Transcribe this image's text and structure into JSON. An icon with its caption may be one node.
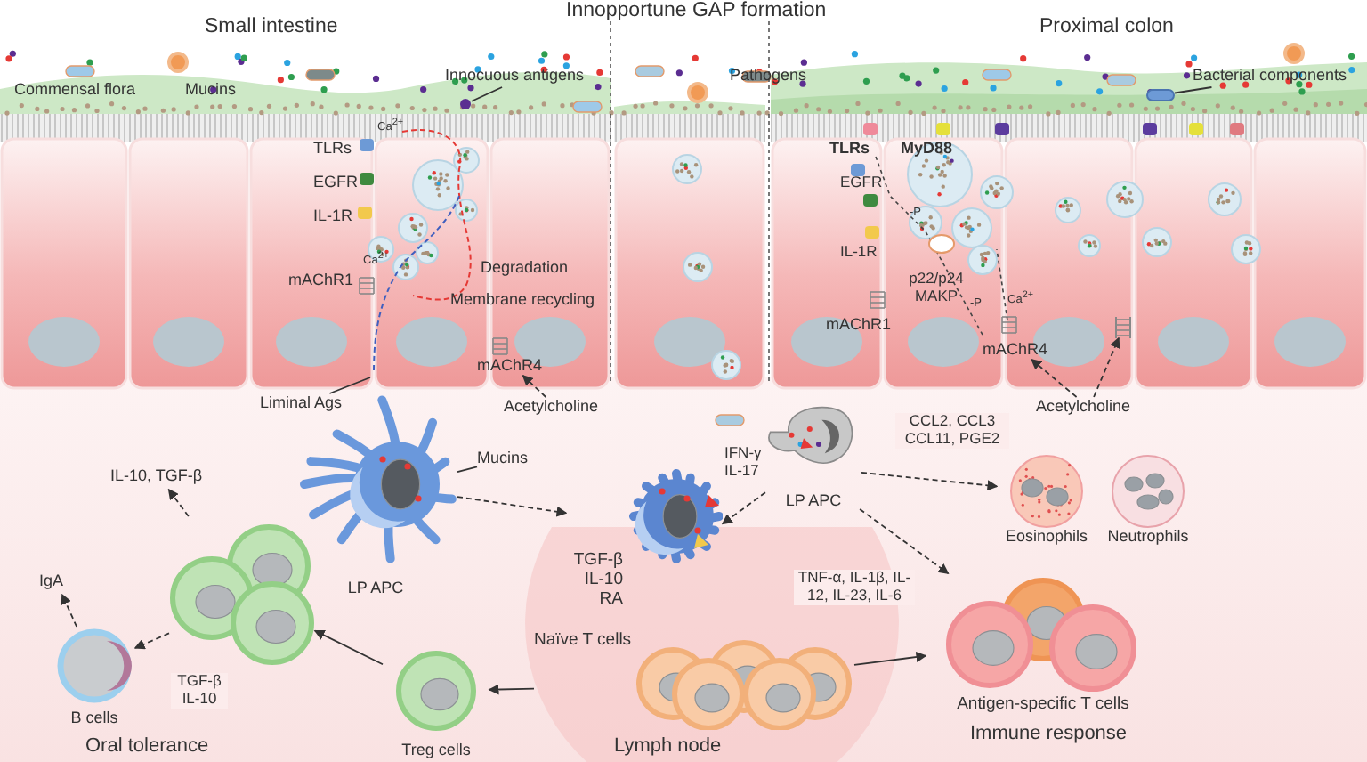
{
  "diagram": {
    "nodes": [
      {
        "text": [
          "Innocuous antigens"
        ]
      },
      {
        "text": [
          "Bacterial components"
        ]
      },
      {
        "text": [
          "Liminal Ags"
        ]
      },
      {
        "text": [
          "Acetylcholine"
        ]
      },
      {
        "text": [
          "Acetylcholine"
        ]
      },
      {
        "text": [
          "Mucins"
        ]
      },
      {
        "text": [
          "LP APC"
        ]
      },
      {
        "text": [
          "LP APC"
        ]
      },
      {
        "text": [
          "Eosinophils"
        ]
      },
      {
        "text": [
          "Neutrophils"
        ]
      },
      {
        "text": [
          "IL-10, TGF-β"
        ]
      },
      {
        "text": [
          "IgA"
        ]
      },
      {
        "text": [],
        "shape": "picture"
      },
      {
        "text": [
          "B cells"
        ]
      },
      {
        "text": [
          "Lymph node"
        ]
      },
      {
        "text": [],
        "shape": "picture",
        "beside": [
          "TGF-β IL-10 RA"
        ]
      },
      {
        "text": [
          "Naïve T cells"
        ],
        "in": 14
      },
      {
        "text": [
          "Antigen-specific T cells"
        ]
      },
      {
        "text": [
          "Treg cells"
        ]
      },
      {
        "text": [
          "mAChR4"
        ]
      },
      {
        "text": [
          "mAChR4"
        ]
      },
      {
        "text": [],
        "shape": "picture"
      },
      {
        "text": [],
        "shape": "circle"
      },
      {
        "text": [],
        "shape": "picture"
      }
    ],
    "edges": [
      {
        "from": 6,
        "to": 15,
        "arrow": "to",
        "style": "dashed"
      },
      {
        "from": 7,
        "to": 15,
        "arrow": "to",
        "style": "dashed"
      },
      {
        "from": 7,
        "to": 8,
        "arrow": "to",
        "style": "dashed",
        "label": "CCL2, CCL3 CCL11, PGE2"
      },
      {
        "from": 7,
        "to": 17,
        "arrow": "to",
        "style": "dashed",
        "label": "TNF-α, IL-1β, IL-12, IL-23, IL-6"
      },
      {
        "from": 16,
        "to": 18,
        "arrow": "to"
      },
      {
        "from": 16,
        "to": 17,
        "arrow": "to"
      },
      {
        "from": 18,
        "to": 12,
        "arrow": "to"
      },
      {
        "from": 12,
        "to": 13,
        "arrow": "to",
        "style": "dashed",
        "label": "TGF-β IL-10"
      },
      {
        "from": 12,
        "to": 10,
        "arrow": "to",
        "style": "dashed"
      },
      {
        "from": 13,
        "to": 11,
        "arrow": "to",
        "style": "dashed"
      },
      {
        "from": 5,
        "to": 6,
        "arrow": "none"
      },
      {
        "from": 2,
        "to": null,
        "arrow": "none"
      },
      {
        "from": 3,
        "to": 19,
        "arrow": "to",
        "style": "dashed"
      },
      {
        "from": 4,
        "to": 20,
        "arrow": "to",
        "style": "dashed"
      },
      {
        "from": 4,
        "to": 21,
        "arrow": "to",
        "style": "dashed"
      },
      {
        "from": 0,
        "to": 22,
        "arrow": "none"
      },
      {
        "from": 1,
        "to": 23,
        "arrow": "none"
      }
    ],
    "labels": [
      "Small intestine",
      "Innopportune GAP formation",
      "Proximal colon",
      "Commensal flora",
      "Mucins",
      "Pathogens",
      "TLRs",
      "EGFR",
      "IL-1R",
      "Ca$^{2+}$",
      "Ca$^{2+}$",
      "mAChR1",
      "Degradation",
      "Membrane recycling",
      "TLRs",
      "MyD88",
      "EGFR",
      "-P",
      "IL-1R",
      "p22/p24 MAKP",
      "-P",
      "Ca$^{2+}$",
      "mAChR1",
      "IFN-γ IL-17",
      "Oral tolerance",
      "Immune response"
    ]
  }
}
